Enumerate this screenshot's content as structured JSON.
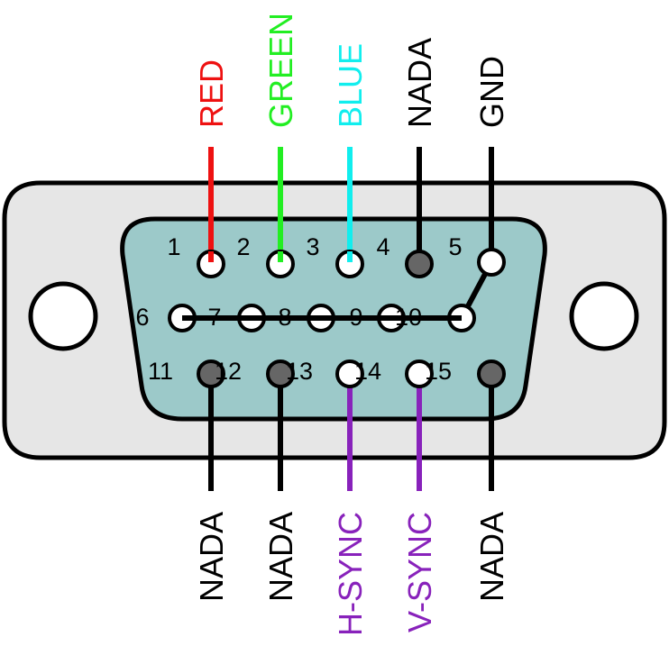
{
  "colors": {
    "shell_fill": "#e6e6e6",
    "shell_stroke": "#000000",
    "face_fill": "#9cc9c9",
    "pin_open": "#ffffff",
    "pin_unused": "#666666",
    "red": "#ee1111",
    "green": "#22ee22",
    "blue": "#11eeee",
    "black": "#000000",
    "purple": "#8822bb"
  },
  "pins": [
    {
      "num": "1",
      "type": "open"
    },
    {
      "num": "2",
      "type": "open"
    },
    {
      "num": "3",
      "type": "open"
    },
    {
      "num": "4",
      "type": "unused"
    },
    {
      "num": "5",
      "type": "open"
    },
    {
      "num": "6",
      "type": "open"
    },
    {
      "num": "7",
      "type": "open"
    },
    {
      "num": "8",
      "type": "open"
    },
    {
      "num": "9",
      "type": "open"
    },
    {
      "num": "10",
      "type": "open"
    },
    {
      "num": "11",
      "type": "unused"
    },
    {
      "num": "12",
      "type": "unused"
    },
    {
      "num": "13",
      "type": "open"
    },
    {
      "num": "14",
      "type": "open"
    },
    {
      "num": "15",
      "type": "unused"
    }
  ],
  "top_signals": [
    {
      "label": "RED",
      "color": "#ee1111"
    },
    {
      "label": "GREEN",
      "color": "#22ee22"
    },
    {
      "label": "BLUE",
      "color": "#11eeee"
    },
    {
      "label": "NADA",
      "color": "#000000"
    },
    {
      "label": "GND",
      "color": "#000000"
    }
  ],
  "bottom_signals": [
    {
      "label": "NADA",
      "color": "#000000"
    },
    {
      "label": "NADA",
      "color": "#000000"
    },
    {
      "label": "H-SYNC",
      "color": "#8822bb"
    },
    {
      "label": "V-SYNC",
      "color": "#8822bb"
    },
    {
      "label": "NADA",
      "color": "#000000"
    }
  ]
}
